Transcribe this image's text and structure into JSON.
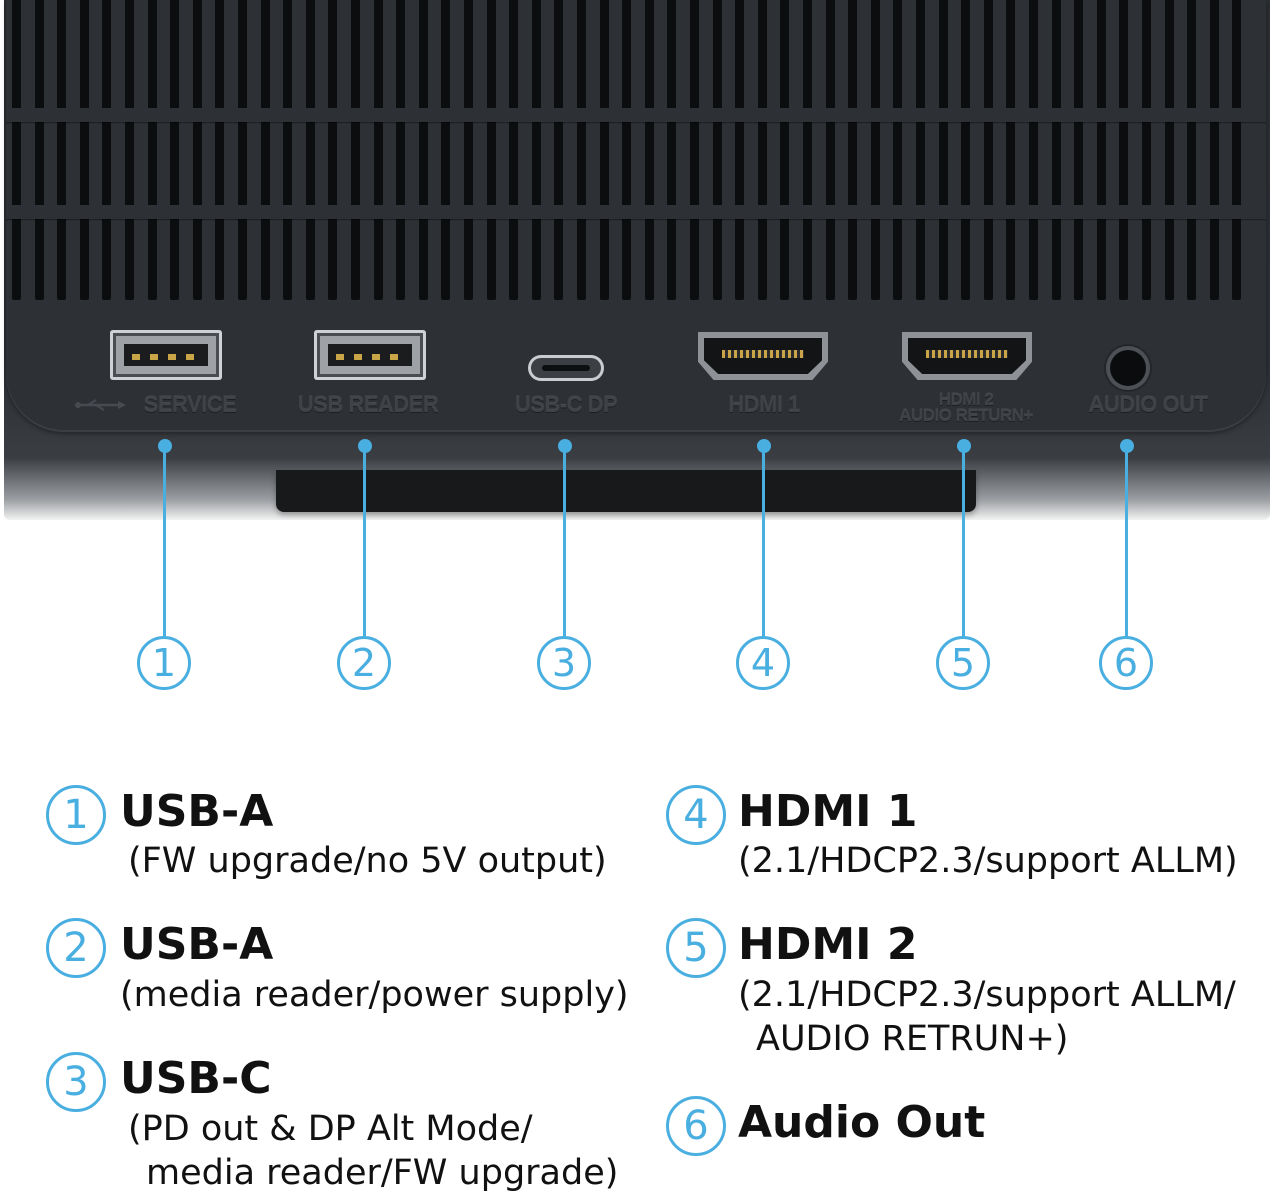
{
  "ports": [
    {
      "number": "1",
      "label": "SERVICE"
    },
    {
      "number": "2",
      "label": "USB READER"
    },
    {
      "number": "3",
      "label": "USB-C DP"
    },
    {
      "number": "4",
      "label": "HDMI 1"
    },
    {
      "number": "5",
      "label_line1": "HDMI 2",
      "label_line2": "AUDIO RETURN+"
    },
    {
      "number": "6",
      "label": "AUDIO OUT"
    }
  ],
  "legend": [
    {
      "number": "1",
      "title": "USB-A",
      "desc": [
        "(FW upgrade/no 5V output)"
      ]
    },
    {
      "number": "2",
      "title": "USB-A",
      "desc": [
        "(media reader/power supply)"
      ]
    },
    {
      "number": "3",
      "title": "USB-C",
      "desc": [
        "(PD out & DP Alt Mode/",
        "media reader/FW upgrade)"
      ]
    },
    {
      "number": "4",
      "title": "HDMI 1",
      "desc": [
        "(2.1/HDCP2.3/support ALLM)"
      ]
    },
    {
      "number": "5",
      "title": "HDMI 2",
      "desc": [
        "(2.1/HDCP2.3/support ALLM/",
        "AUDIO RETRUN+)"
      ]
    },
    {
      "number": "6",
      "title": "Audio Out",
      "desc": []
    }
  ],
  "colors": {
    "accent": "#49aee0",
    "device_body": "#2d3034",
    "text": "#111111"
  },
  "icons": [
    "usb-icon"
  ]
}
